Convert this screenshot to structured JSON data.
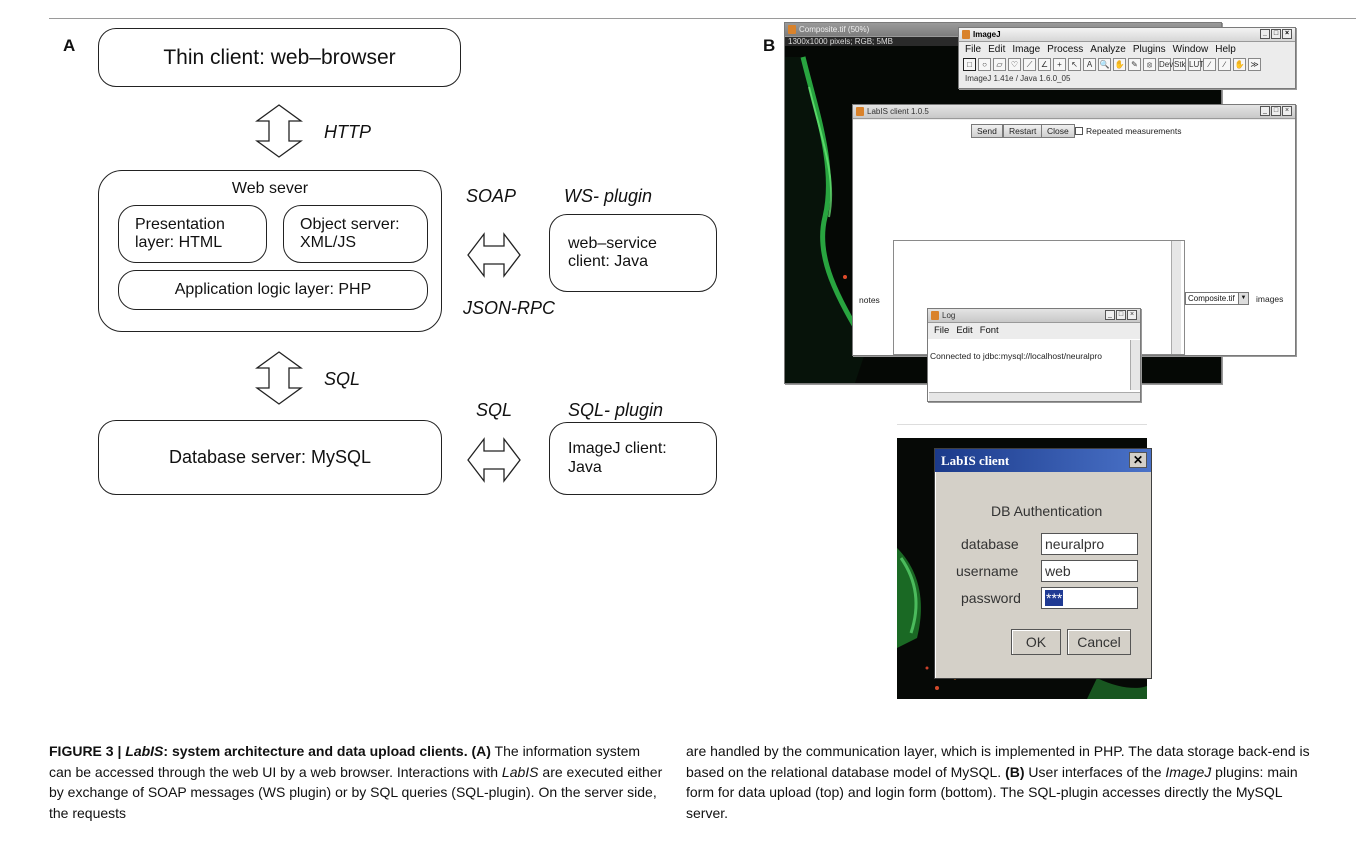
{
  "panel_a": {
    "letter": "A",
    "thin_client": "Thin client: web–browser",
    "http": "HTTP",
    "web_server": "Web sever",
    "presentation_layer": "Presentation layer: HTML",
    "object_server": "Object server: XML/JS",
    "app_logic": "Application logic layer: PHP",
    "soap": "SOAP",
    "ws_plugin_title": "WS- plugin",
    "ws_client": "web–service client: Java",
    "json_rpc": "JSON-RPC",
    "sql_vertical": "SQL",
    "sql_horizontal": "SQL",
    "sql_plugin_title": "SQL- plugin",
    "imagej_client": "ImageJ client: Java",
    "database_server": "Database server: MySQL"
  },
  "panel_b": {
    "letter": "B",
    "composite_title": "Composite.tif (50%)",
    "composite_info": "1300x1000 pixels; RGB; 5MB",
    "imagej": {
      "title": "ImageJ",
      "menus": [
        "File",
        "Edit",
        "Image",
        "Process",
        "Analyze",
        "Plugins",
        "Window",
        "Help"
      ],
      "tools": [
        "□",
        "○",
        "▱",
        "♡",
        "⟋",
        "∠",
        "+",
        "↖",
        "A",
        "🔍",
        "✋",
        "✎",
        "⦻",
        "Dev",
        "Stk",
        "LUT",
        "∕",
        "∕",
        "✋",
        "≫"
      ],
      "version": "ImageJ 1.41e / Java 1.6.0_05"
    },
    "labis_main": {
      "title": "LabIS client 1.0.5",
      "send": "Send",
      "restart": "Restart",
      "close": "Close",
      "repeated": "Repeated measurements",
      "notes": "notes",
      "images_select": "Composite.tif",
      "images": "images"
    },
    "log": {
      "title": "Log",
      "menus": [
        "File",
        "Edit",
        "Font"
      ],
      "message": "Connected to jdbc:mysql://localhost/neuralpro"
    },
    "login": {
      "title": "LabIS client",
      "heading": "DB Authentication",
      "database_label": "database",
      "database_value": "neuralpro",
      "username_label": "username",
      "username_value": "web",
      "password_label": "password",
      "password_value": "***",
      "ok": "OK",
      "cancel": "Cancel"
    }
  },
  "caption": {
    "figure_label": "FIGURE 3 | ",
    "labis1": "LabIS",
    "title_rest": ": system architecture and data upload clients. ",
    "panel_a_ref": "(A)",
    "left_text_1": " The information system can be accessed through the web UI by a web browser. Interactions with ",
    "labis2": "LabIS",
    "left_text_2": " are executed either by exchange of SOAP messages (WS plugin) or by SQL queries (SQL-plugin). On the server side, the requests",
    "right_text_1": "are handled by the communication layer, which is implemented in PHP. The data storage back-end is based on the relational database model of MySQL. ",
    "panel_b_ref": "(B)",
    "right_text_2": " User interfaces of the ",
    "imagej_it": "ImageJ",
    "right_text_3": " plugins: main form for data upload (top) and login form (bottom). The SQL-plugin accesses directly the MySQL server."
  }
}
